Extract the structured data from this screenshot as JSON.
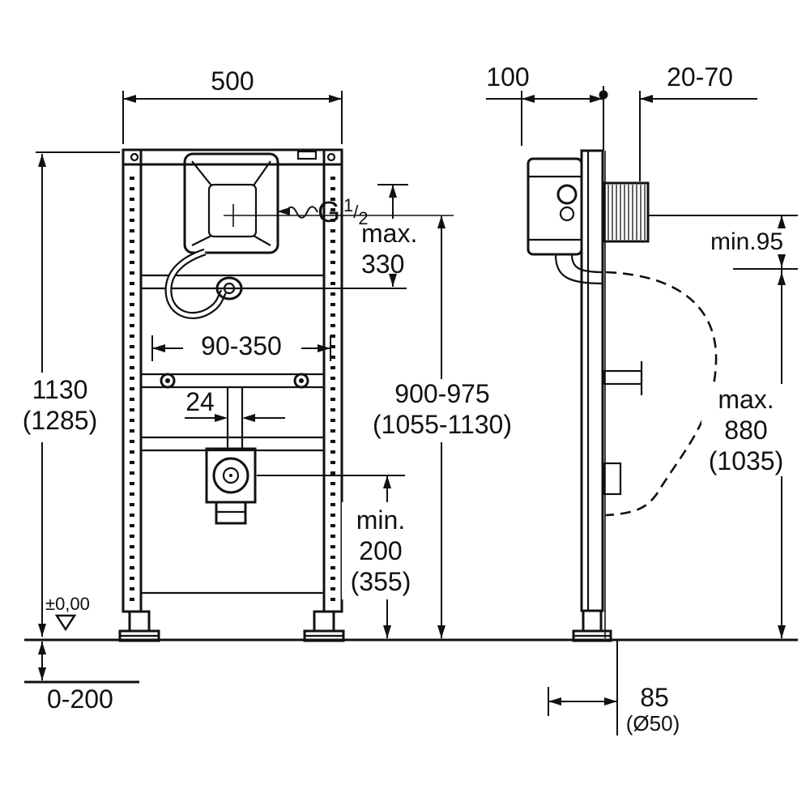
{
  "drawing": {
    "front": {
      "dim_width": "500",
      "dim_height": "1130",
      "dim_height_alt": "(1285)",
      "inlet_g": "G",
      "inlet_frac_num": "1",
      "inlet_frac_slash": "/",
      "inlet_frac_den": "2",
      "dim_inlet_max_label": "max.",
      "dim_inlet_max_value": "330",
      "dim_bracket_range": "90-350",
      "dim_pipe_width": "24",
      "dim_flush_height": "900-975",
      "dim_flush_height_alt": "(1055-1130)",
      "dim_drain_min_label": "min.",
      "dim_drain_min_value": "200",
      "dim_drain_min_alt": "(355)",
      "datum_level": "±0,00",
      "dim_floor_buildup": "0-200"
    },
    "side": {
      "dim_frame_depth": "100",
      "dim_plate_adjust": "20-70",
      "dim_inlet_clearance": "min.95",
      "dim_ceramic_max_label": "max.",
      "dim_ceramic_max_value": "880",
      "dim_ceramic_max_alt": "(1035)",
      "dim_drain_offset": "85",
      "dim_drain_diameter": "(Ø50)"
    }
  }
}
